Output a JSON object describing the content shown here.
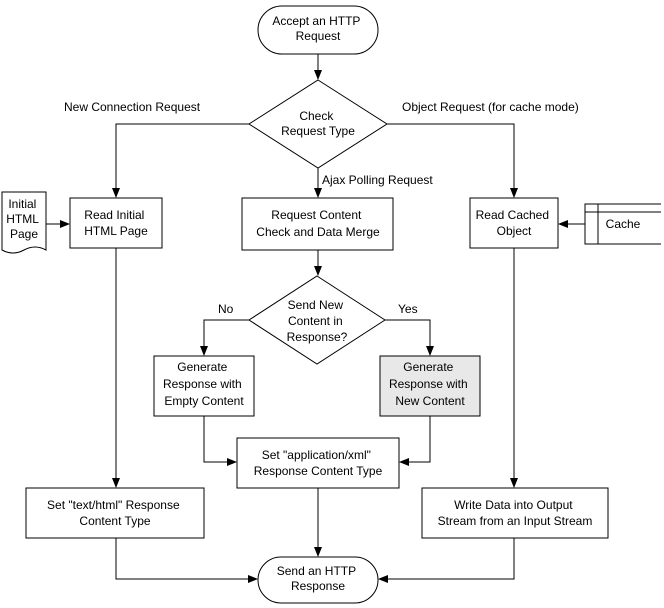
{
  "nodes": {
    "accept_request": [
      "Accept an HTTP",
      "Request"
    ],
    "check_request_type": [
      "Check",
      "Request Type"
    ],
    "read_initial_html": [
      "Read Initial",
      "HTML Page"
    ],
    "request_content_check": [
      "Request Content",
      "Check and Data Merge"
    ],
    "read_cached_object": [
      "Read Cached",
      "Object"
    ],
    "initial_html_page_doc": [
      "Initial",
      "HTML",
      "Page"
    ],
    "cache_store": [
      "Cache"
    ],
    "send_new_content": [
      "Send New",
      "Content in",
      "Response?"
    ],
    "generate_empty": [
      "Generate",
      "Response with",
      "Empty Content"
    ],
    "generate_new": [
      "Generate",
      "Response with",
      "New Content"
    ],
    "set_xml_type": [
      "Set \"application/xml\"",
      "Response Content Type"
    ],
    "set_html_type": [
      "Set \"text/html\" Response",
      "Content Type"
    ],
    "write_output": [
      "Write Data into Output",
      "Stream from an Input Stream"
    ],
    "send_response": [
      "Send an HTTP",
      "Response"
    ]
  },
  "edge_labels": {
    "new_connection": "New Connection Request",
    "object_request": "Object Request (for cache mode)",
    "ajax_polling": "Ajax Polling Request",
    "no": "No",
    "yes": "Yes"
  },
  "colors": {
    "stroke": "#000000",
    "fill": "#ffffff",
    "highlight_fill": "#e8e8e8"
  }
}
